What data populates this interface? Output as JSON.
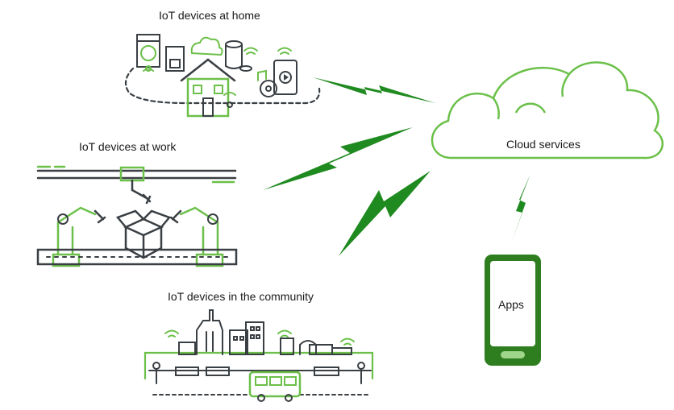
{
  "labels": {
    "home": "IoT devices at home",
    "work": "IoT devices at work",
    "community": "IoT devices in the community",
    "cloud": "Cloud services",
    "apps": "Apps"
  },
  "colors": {
    "accent_green": "#6cc04a",
    "bolt_green": "#1f8a1f",
    "dark_gray": "#3a3f44",
    "phone_green": "#2e7d1f",
    "text": "#1a1a1a"
  }
}
